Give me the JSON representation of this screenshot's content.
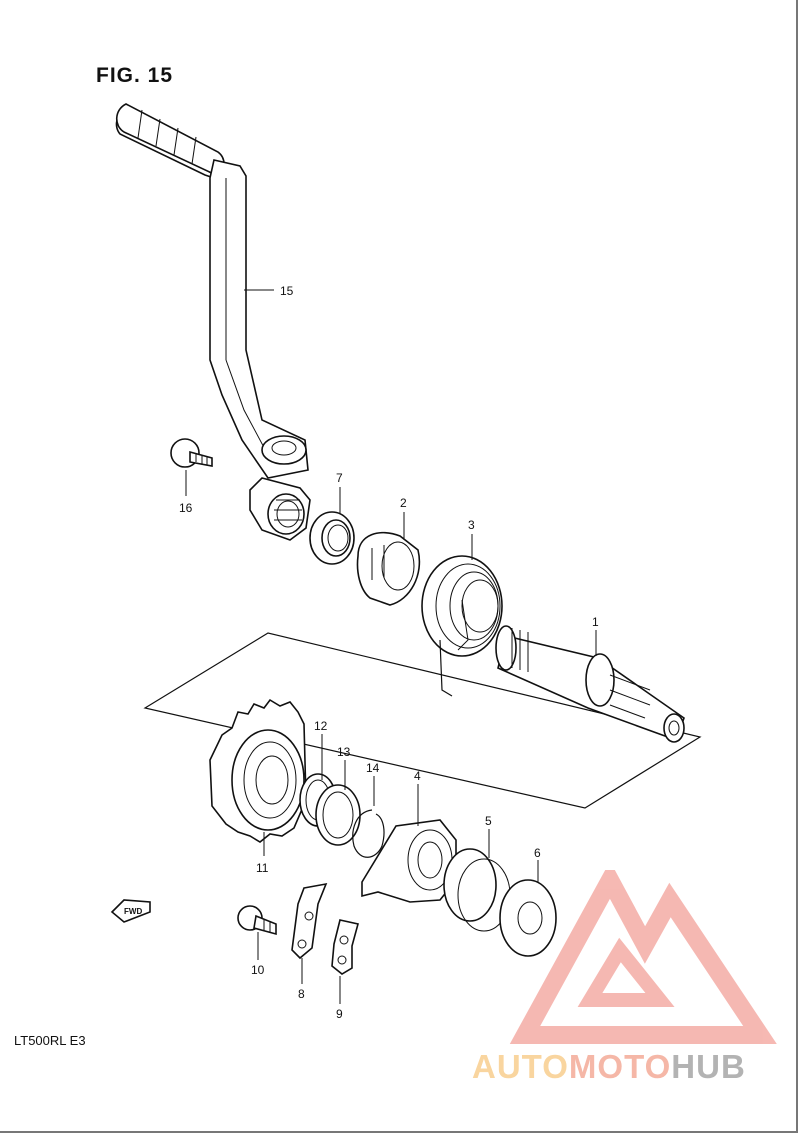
{
  "figure": {
    "title": "FIG. 15",
    "model_code": "LT500RL  E3",
    "fwd_label": "FWD"
  },
  "callouts": {
    "c1": "1",
    "c2": "2",
    "c3": "3",
    "c4": "4",
    "c5": "5",
    "c6": "6",
    "c7": "7",
    "c8": "8",
    "c9": "9",
    "c10": "10",
    "c11": "11",
    "c12": "12",
    "c13": "13",
    "c14": "14",
    "c15": "15",
    "c16": "16"
  },
  "watermark": {
    "brand_part1": "AUTO",
    "brand_part2": "MOTO",
    "brand_part3": "HUB",
    "colors": {
      "auto": "#f7c77f",
      "moto": "#f2a08a",
      "hub": "#9a9a9a",
      "logo": "#f08a80"
    }
  }
}
